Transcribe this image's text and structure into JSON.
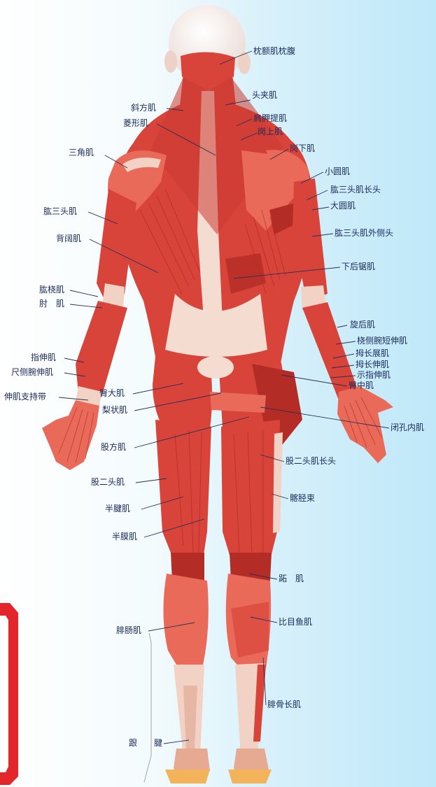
{
  "colors": {
    "bg_left": "#ffffff",
    "bg_right": "#bfe8f8",
    "muscle": "#d9443a",
    "tendon": "#f2d2c4",
    "label_ink": "#1b2a5c",
    "stamp_red": "#e2262a"
  },
  "labels": {
    "occipitofrontalis_occipital_belly": "枕额肌枕腹",
    "splenius_capitis": "头夹肌",
    "trapezius": "斜方肌",
    "levator_scapulae": "肩胛提肌",
    "rhomboid": "菱形肌",
    "supraspinatus": "岗上肌",
    "infraspinatus": "岗下肌",
    "deltoid": "三角肌",
    "teres_minor": "小圆肌",
    "triceps_long_head": "肱三头肌长头",
    "teres_major": "大圆肌",
    "triceps": "肱三头肌",
    "triceps_lateral_head": "肱三头肌外侧头",
    "latissimus_dorsi": "背阔肌",
    "serratus_posterior_inferior": "下后锯肌",
    "brachioradialis": "肱桡肌",
    "anconeus": "肘　肌",
    "supinator": "旋后肌",
    "ext_carpi_radialis_brevis": "桡侧腕短伸肌",
    "ext_digitorum": "指伸肌",
    "abd_pollicis_longus": "拇长展肌",
    "ext_carpi_ulnaris": "尺侧腕伸肌",
    "ext_pollicis_longus": "拇长伸肌",
    "ext_indicis": "示指伸肌",
    "extensor_retinaculum": "伸肌支持带",
    "gluteus_medius": "臀中肌",
    "gluteus_maximus": "臀大肌",
    "piriformis": "梨状肌",
    "obturator_internus": "闭孔内肌",
    "quadratus_femoris": "股方肌",
    "biceps_femoris_long_head": "股二头肌长头",
    "biceps_femoris": "股二头肌",
    "iliotibial_tract": "髂胫束",
    "semitendinosus": "半腱肌",
    "semimembranosus": "半膜肌",
    "plantaris": "跖　肌",
    "gastrocnemius": "腓肠肌",
    "soleus": "比目鱼肌",
    "peroneus_longus": "腓骨长肌",
    "achilles_left": "跟",
    "achilles_right": "腱"
  }
}
